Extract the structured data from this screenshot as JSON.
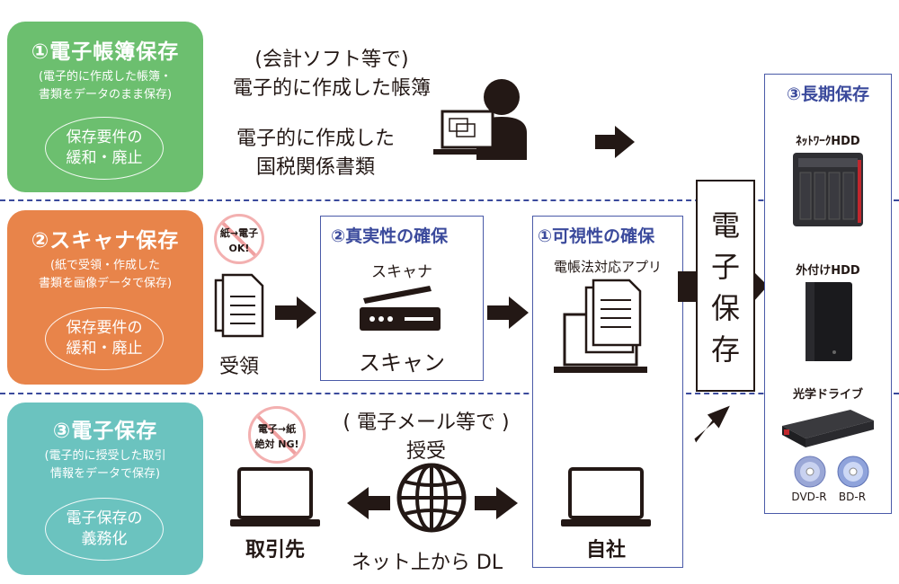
{
  "categories": [
    {
      "title": "①電子帳簿保存",
      "sub1": "(電子的に作成した帳簿・",
      "sub2": "書類をデータのまま保存)",
      "oval1": "保存要件の",
      "oval2": "緩和・廃止",
      "color": "#6cbf6f"
    },
    {
      "title": "②スキャナ保存",
      "sub1": "(紙で受領・作成した",
      "sub2": "書類を画像データで保存)",
      "oval1": "保存要件の",
      "oval2": "緩和・廃止",
      "color": "#e8844a"
    },
    {
      "title": "③電子保存",
      "sub1": "(電子的に授受した取引",
      "sub2": "情報をデータで保存)",
      "oval1": "電子保存の",
      "oval2": "義務化",
      "color": "#6bc3bf"
    }
  ],
  "row1": {
    "line1": "(会計ソフト等で)",
    "line2": "電子的に作成した帳簿",
    "line3": "電子的に作成した",
    "line4": "国税関係書類"
  },
  "row2": {
    "badge_line1": "紙→電子",
    "badge_line2": "OK!",
    "received": "受領",
    "authenticity_title": "②真実性の確保",
    "scanner_label": "スキャナ",
    "scan_label": "スキャン",
    "visibility_title": "①可視性の確保",
    "app_label": "電帳法対応アプリ"
  },
  "row3": {
    "badge_line1": "電子→紙",
    "badge_line2": "絶対 NG!",
    "email_line1": "( 電子メール等で )",
    "email_line2": "授受",
    "partner": "取引先",
    "own_company": "自社",
    "net_dl": "ネット上から DL"
  },
  "center": {
    "label_chars": [
      "電",
      "子",
      "保",
      "存"
    ]
  },
  "longterm": {
    "title": "③長期保存",
    "nas": "ﾈｯﾄﾜｰｸHDD",
    "ext_hdd": "外付けHDD",
    "optical": "光学ドライブ",
    "dvd": "DVD-R",
    "bd": "BD-R"
  }
}
